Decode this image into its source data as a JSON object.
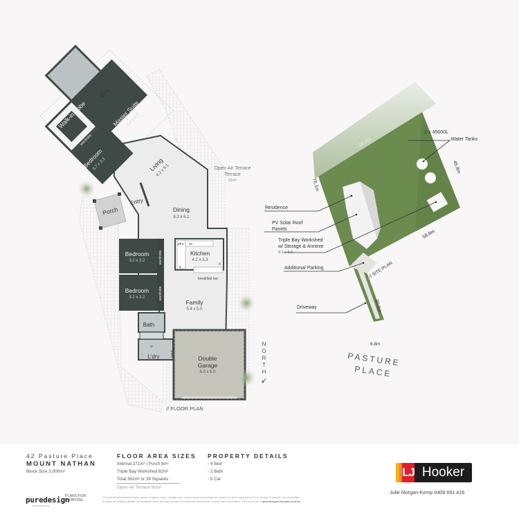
{
  "floor_plan": {
    "caption": "// FLOOR PLAN",
    "north_label": "NORTH",
    "north_arrow": "↙",
    "rooms": [
      {
        "name": "Ens",
        "size": ""
      },
      {
        "name": "Walk-in Robe",
        "size": ""
      },
      {
        "name": "Master Suite",
        "size": "5.4 x 4.3"
      },
      {
        "name": "Bedroom",
        "size": "3.7 x 3.3"
      },
      {
        "name": "Living",
        "size": "6.2 x 6.1"
      },
      {
        "name": "Porch",
        "size": ""
      },
      {
        "name": "Entry",
        "size": ""
      },
      {
        "name": "Dining",
        "size": "6.2 x 6.1"
      },
      {
        "name": "Kitchen",
        "size": "4.2 x 3.3"
      },
      {
        "name": "Bedroom",
        "size": "3.2 x 3.2"
      },
      {
        "name": "Bedroom",
        "size": "3.2 x 3.2"
      },
      {
        "name": "Family",
        "size": "5.4 x 5.0"
      },
      {
        "name": "Bath",
        "size": ""
      },
      {
        "name": "L'dry",
        "size": ""
      },
      {
        "name": "Double Garage",
        "size": "6.0 x 6.0"
      }
    ],
    "fixtures": {
      "wardrobe": "wardrobe",
      "pantry": "ptry",
      "oven": "ov",
      "fridge": "fr",
      "dishwasher": "d",
      "breakfast_bar": "breakfast bar",
      "washer": "w",
      "linen": "linen"
    },
    "terrace": {
      "name": "Open-Air Terrace",
      "area": "91m²"
    }
  },
  "site_plan": {
    "caption": "// SITE PLAN",
    "street_line1": "PASTURE",
    "street_line2": "PLACE",
    "dimensions": {
      "north_edge": "56.0m",
      "east_edge": "45.8m",
      "west_edge": "76.1m",
      "south_edge": "58.8m",
      "driveway_length": "30.9m",
      "frontage": "6.8m"
    },
    "callouts": {
      "water_tanks_1": "2 x 45000L",
      "water_tanks_2": "Water Tanks",
      "residence": "Residence",
      "pv_1": "PV Solar Roof",
      "pv_2": "Panels",
      "workshed_1": "Triple Bay Workshed",
      "workshed_2": "w/ Storage & Annexe",
      "workshed_3": "9.1 x 9.0",
      "parking": "Additional Parking",
      "driveway": "Driveway"
    }
  },
  "footer": {
    "address_line1": "42 Pasture Place",
    "address_line2": "MOUNT NATHAN",
    "block_size": "Block Size  3,000m²",
    "floor_area": {
      "heading": "FLOOR AREA SIZES",
      "lines": [
        "Internal 271m²  |  Porch 8m²",
        "Triple Bay Workshed 82m²",
        "Total 361m² or 39 Squares",
        "Open-Air Terrace 91m²"
      ]
    },
    "property_details": {
      "heading": "PROPERTY DETAILS",
      "items": [
        "- 4 Bed",
        "- 2 Bath",
        "- 5 Car"
      ]
    },
    "brand": "puredesign",
    "brand_sub": "CONCEPTS",
    "tagline": "PLANS FOR PURPOSE",
    "disclaimer_1": "The overall presentation style, layout, imagery, fonts, background, colours and terminology are subject to strict copyright of Pure Design Concepts. No ownership",
    "disclaimer_2": "is taken for building design. All measurements are approximate & individuals should rely on their own information. Find out more at",
    "disclaimer_link": "puredesignconcepts.com.au",
    "agency_logo_lj": "LJ",
    "agency_logo_name": "Hooker",
    "agent": "Julie Morgan-Kemp  0409 691 416"
  },
  "colors": {
    "dark_room": "#3f4a47",
    "light_floor": "#e9e9e9",
    "wet_area": "#b9bfc1",
    "garage": "#c8c8c0",
    "lawn": "#6a8a4e",
    "lj_red": "#e11d2a",
    "lj_orange": "#f08a1d",
    "lj_yellow": "#f7b21a"
  }
}
